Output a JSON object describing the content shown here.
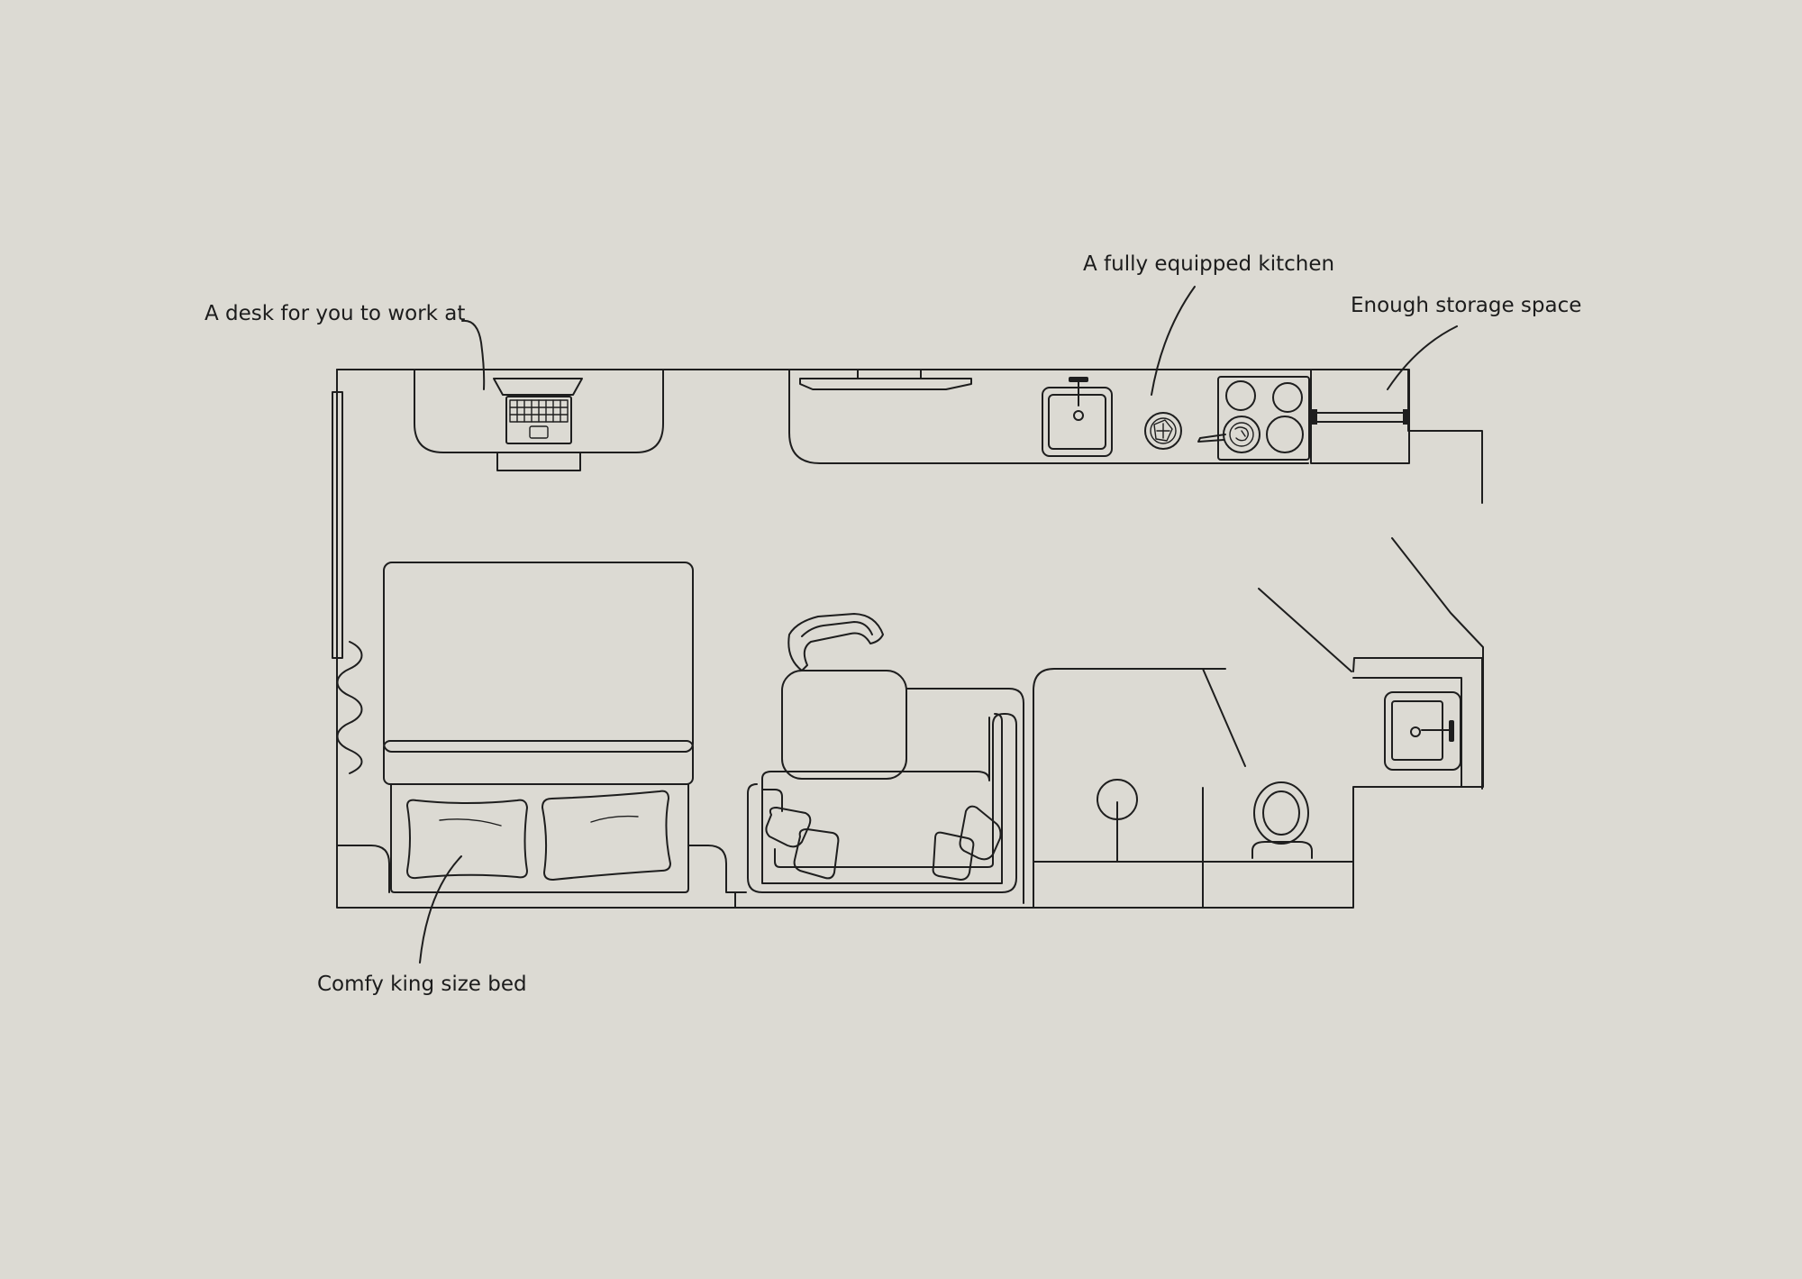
{
  "background_color": "#dcdad3",
  "line_color": "#1e1e1e",
  "annotations": {
    "desk": "A desk for you to work at",
    "kitchen": "A fully equipped kitchen",
    "storage": "Enough storage space",
    "bed": "Comfy king size bed"
  }
}
